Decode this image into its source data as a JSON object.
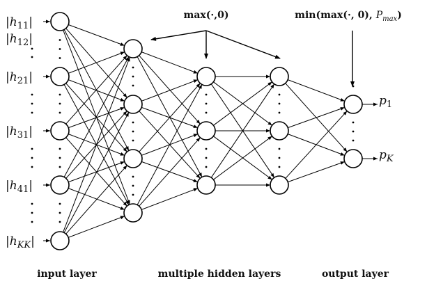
{
  "diagram": {
    "type": "feedforward-neural-network",
    "input_labels": [
      {
        "base": "h",
        "sub": "11"
      },
      {
        "base": "h",
        "sub": "12"
      },
      {
        "base": "h",
        "sub": "21"
      },
      {
        "base": "h",
        "sub": "31"
      },
      {
        "base": "h",
        "sub": "41"
      },
      {
        "base": "h",
        "sub": "KK"
      }
    ],
    "output_labels": [
      {
        "base": "p",
        "sub": "1"
      },
      {
        "base": "p",
        "sub": "K"
      }
    ],
    "layers": [
      {
        "name": "input",
        "visible_nodes": 5,
        "has_ellipsis": true
      },
      {
        "name": "hidden-1",
        "visible_nodes": 4,
        "has_ellipsis": true
      },
      {
        "name": "hidden-2",
        "visible_nodes": 3,
        "has_ellipsis": true
      },
      {
        "name": "hidden-3",
        "visible_nodes": 3,
        "has_ellipsis": true
      },
      {
        "name": "output",
        "visible_nodes": 2,
        "has_ellipsis": true
      }
    ],
    "connectivity": "fully-connected",
    "activation_annotations": {
      "hidden": {
        "text": "max(·,0)",
        "applies_to": [
          "hidden-1",
          "hidden-2",
          "hidden-3"
        ]
      },
      "output": {
        "text_prefix": "min(max(·, 0), ",
        "text_var": "P",
        "text_var_sub": "max",
        "text_suffix": ")",
        "applies_to": [
          "output"
        ]
      }
    },
    "captions": {
      "input": "input layer",
      "hidden": "multiple hidden layers",
      "output": "output layer"
    }
  }
}
